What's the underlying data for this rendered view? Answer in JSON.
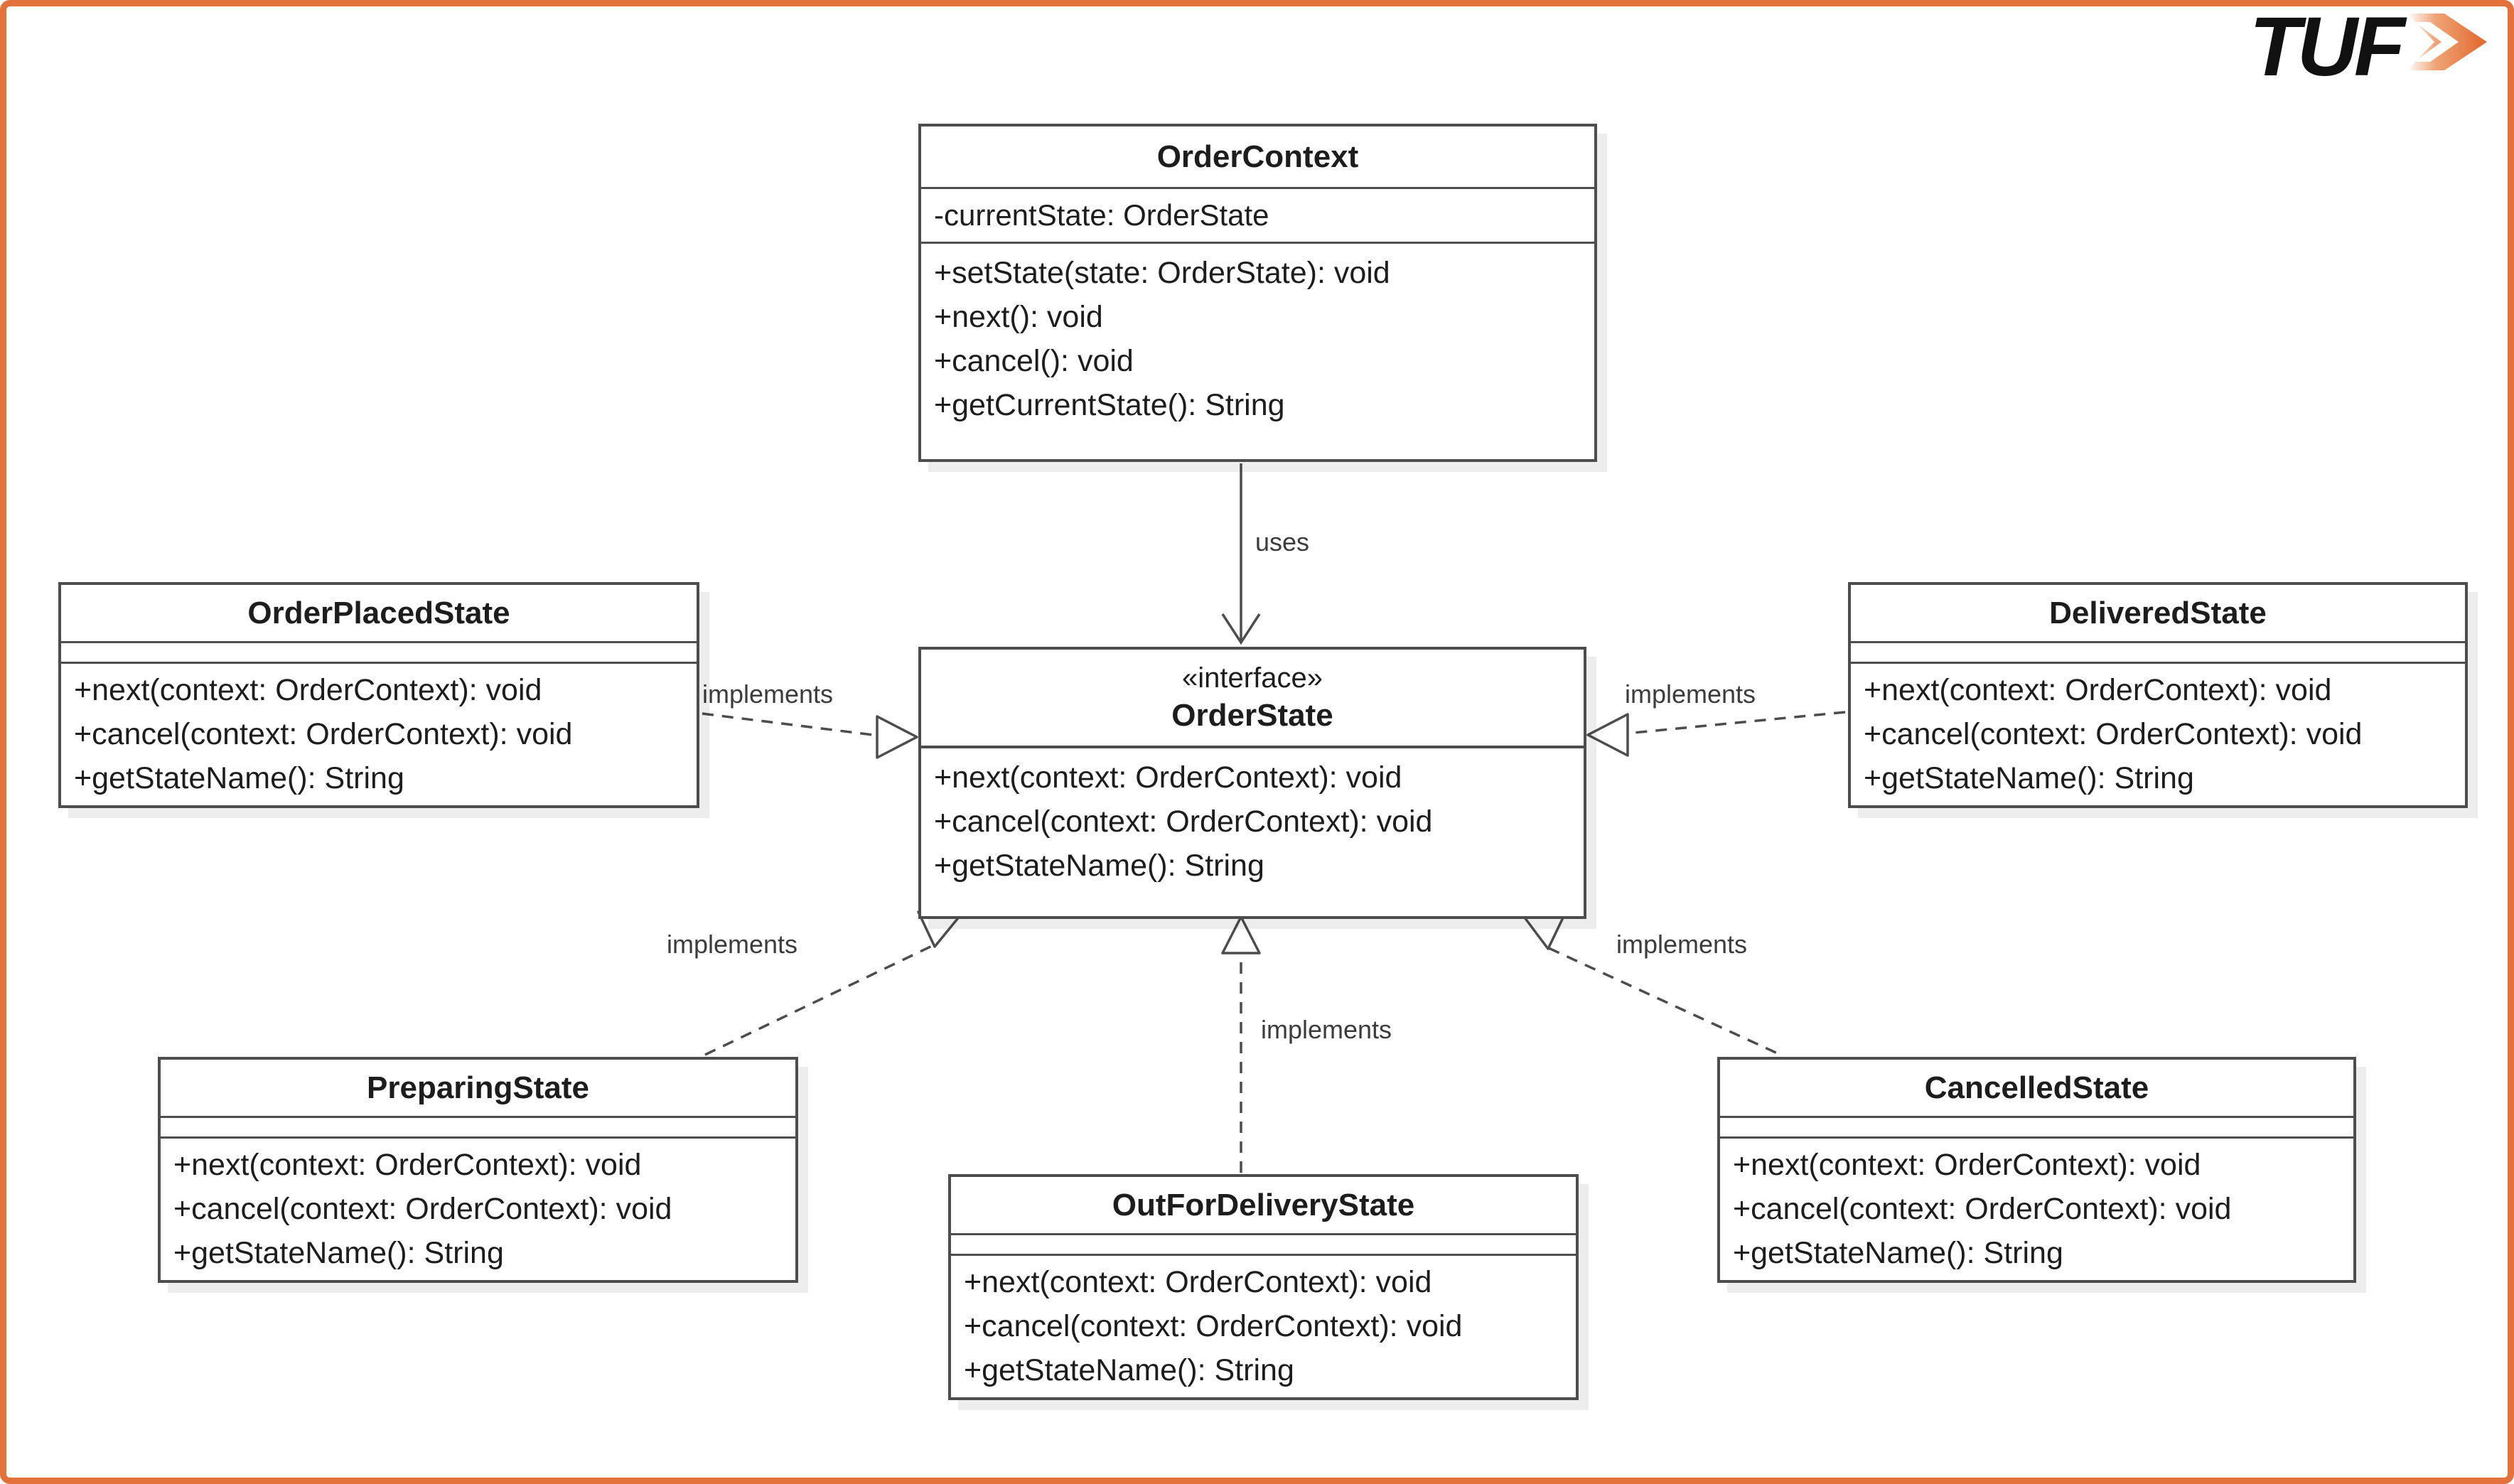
{
  "logo": {
    "text": "TUF"
  },
  "colors": {
    "accent_orange": "#e2713c",
    "box_border_gray": "#4d4d4d"
  },
  "diagram": {
    "classes": [
      {
        "name": "OrderContext",
        "title": "OrderContext",
        "attributes": [
          "-currentState: OrderState"
        ],
        "methods": [
          "+setState(state: OrderState): void",
          "+next(): void",
          "+cancel(): void",
          "+getCurrentState(): String"
        ]
      },
      {
        "name": "OrderState",
        "stereotype": "«interface»",
        "title": "OrderState",
        "attributes": [],
        "methods": [
          "+next(context: OrderContext): void",
          "+cancel(context: OrderContext): void",
          "+getStateName(): String"
        ]
      },
      {
        "name": "OrderPlacedState",
        "title": "OrderPlacedState",
        "attributes": [],
        "methods": [
          "+next(context: OrderContext): void",
          "+cancel(context: OrderContext): void",
          "+getStateName(): String"
        ]
      },
      {
        "name": "DeliveredState",
        "title": "DeliveredState",
        "attributes": [],
        "methods": [
          "+next(context: OrderContext): void",
          "+cancel(context: OrderContext): void",
          "+getStateName(): String"
        ]
      },
      {
        "name": "PreparingState",
        "title": "PreparingState",
        "attributes": [],
        "methods": [
          "+next(context: OrderContext): void",
          "+cancel(context: OrderContext): void",
          "+getStateName(): String"
        ]
      },
      {
        "name": "OutForDeliveryState",
        "title": "OutForDeliveryState",
        "attributes": [],
        "methods": [
          "+next(context: OrderContext): void",
          "+cancel(context: OrderContext): void",
          "+getStateName(): String"
        ]
      },
      {
        "name": "CancelledState",
        "title": "CancelledState",
        "attributes": [],
        "methods": [
          "+next(context: OrderContext): void",
          "+cancel(context: OrderContext): void",
          "+getStateName(): String"
        ]
      }
    ],
    "edges": [
      {
        "from": "OrderContext",
        "to": "OrderState",
        "type": "association",
        "label": "uses"
      },
      {
        "from": "OrderPlacedState",
        "to": "OrderState",
        "type": "realization",
        "label": "implements"
      },
      {
        "from": "DeliveredState",
        "to": "OrderState",
        "type": "realization",
        "label": "implements"
      },
      {
        "from": "PreparingState",
        "to": "OrderState",
        "type": "realization",
        "label": "implements"
      },
      {
        "from": "OutForDeliveryState",
        "to": "OrderState",
        "type": "realization",
        "label": "implements"
      },
      {
        "from": "CancelledState",
        "to": "OrderState",
        "type": "realization",
        "label": "implements"
      }
    ]
  }
}
